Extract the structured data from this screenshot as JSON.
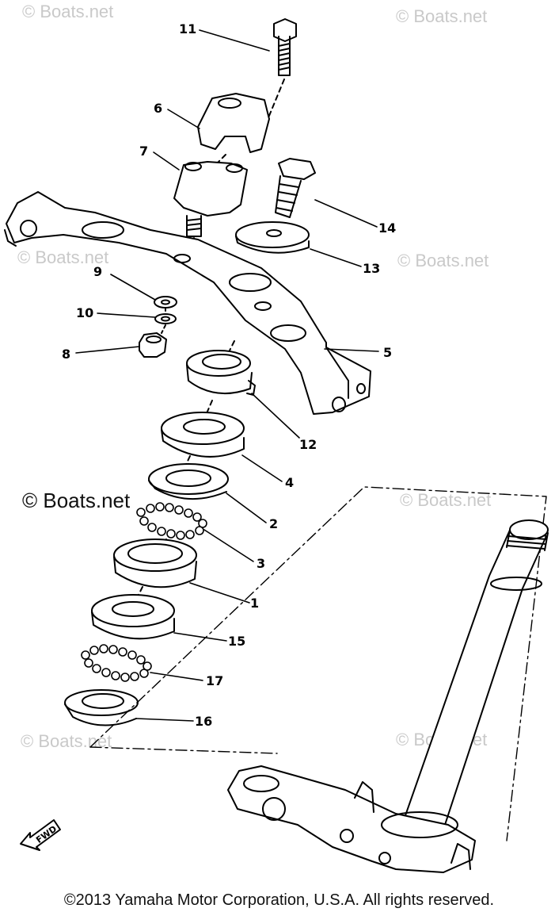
{
  "watermarks": {
    "text": "© Boats.net",
    "prominent": "© Boats.net"
  },
  "callouts": [
    "11",
    "6",
    "7",
    "14",
    "13",
    "9",
    "10",
    "8",
    "5",
    "12",
    "4",
    "2",
    "3",
    "1",
    "15",
    "17",
    "16"
  ],
  "fwd_label": "FWD",
  "copyright": "©2013 Yamaha Motor Corporation, U.S.A. All rights reserved."
}
